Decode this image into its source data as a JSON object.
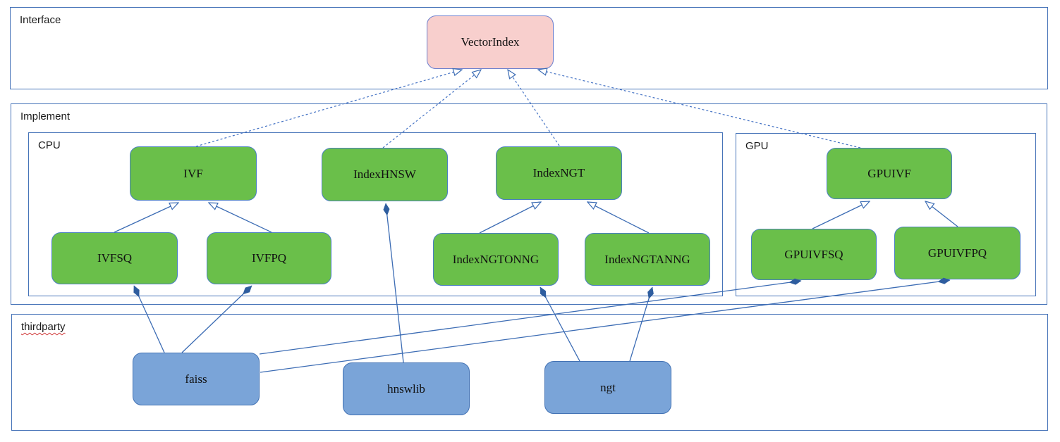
{
  "containers": {
    "interface": {
      "label": "Interface"
    },
    "implement": {
      "label": "Implement"
    },
    "cpu": {
      "label": "CPU"
    },
    "gpu": {
      "label": "GPU"
    },
    "thirdparty": {
      "label": "thirdparty"
    }
  },
  "nodes": {
    "vectorindex": {
      "label": "VectorIndex",
      "kind": "interface"
    },
    "ivf": {
      "label": "IVF",
      "kind": "implementation"
    },
    "indexhnsw": {
      "label": "IndexHNSW",
      "kind": "implementation"
    },
    "indexngt": {
      "label": "IndexNGT",
      "kind": "implementation"
    },
    "ivfsq": {
      "label": "IVFSQ",
      "kind": "implementation"
    },
    "ivfpq": {
      "label": "IVFPQ",
      "kind": "implementation"
    },
    "indexngtonng": {
      "label": "IndexNGTONNG",
      "kind": "implementation"
    },
    "indexngtanng": {
      "label": "IndexNGTANNG",
      "kind": "implementation"
    },
    "gpuivf": {
      "label": "GPUIVF",
      "kind": "implementation"
    },
    "gpuivfsq": {
      "label": "GPUIVFSQ",
      "kind": "implementation"
    },
    "gpuivfpq": {
      "label": "GPUIVFPQ",
      "kind": "implementation"
    },
    "faiss": {
      "label": "faiss",
      "kind": "thirdparty-lib"
    },
    "hnswlib": {
      "label": "hnswlib",
      "kind": "thirdparty-lib"
    },
    "ngt": {
      "label": "ngt",
      "kind": "thirdparty-lib"
    }
  },
  "edges": [
    {
      "from": "IVF",
      "to": "VectorIndex",
      "relation": "realizes",
      "style": "dashed-hollow-arrow"
    },
    {
      "from": "IndexHNSW",
      "to": "VectorIndex",
      "relation": "realizes",
      "style": "dashed-hollow-arrow"
    },
    {
      "from": "IndexNGT",
      "to": "VectorIndex",
      "relation": "realizes",
      "style": "dashed-hollow-arrow"
    },
    {
      "from": "GPUIVF",
      "to": "VectorIndex",
      "relation": "realizes",
      "style": "dashed-hollow-arrow"
    },
    {
      "from": "IVFSQ",
      "to": "IVF",
      "relation": "inherits",
      "style": "solid-hollow-arrow"
    },
    {
      "from": "IVFPQ",
      "to": "IVF",
      "relation": "inherits",
      "style": "solid-hollow-arrow"
    },
    {
      "from": "IndexNGTONNG",
      "to": "IndexNGT",
      "relation": "inherits",
      "style": "solid-hollow-arrow"
    },
    {
      "from": "IndexNGTANNG",
      "to": "IndexNGT",
      "relation": "inherits",
      "style": "solid-hollow-arrow"
    },
    {
      "from": "GPUIVFSQ",
      "to": "GPUIVF",
      "relation": "inherits",
      "style": "solid-hollow-arrow"
    },
    {
      "from": "GPUIVFPQ",
      "to": "GPUIVF",
      "relation": "inherits",
      "style": "solid-hollow-arrow"
    },
    {
      "from": "faiss",
      "to": "IVFSQ",
      "relation": "composed-into",
      "style": "solid-filled-diamond"
    },
    {
      "from": "faiss",
      "to": "IVFPQ",
      "relation": "composed-into",
      "style": "solid-filled-diamond"
    },
    {
      "from": "faiss",
      "to": "GPUIVFSQ",
      "relation": "composed-into",
      "style": "solid-filled-diamond"
    },
    {
      "from": "faiss",
      "to": "GPUIVFPQ",
      "relation": "composed-into",
      "style": "solid-filled-diamond"
    },
    {
      "from": "hnswlib",
      "to": "IndexHNSW",
      "relation": "composed-into",
      "style": "solid-filled-diamond"
    },
    {
      "from": "ngt",
      "to": "IndexNGTONNG",
      "relation": "composed-into",
      "style": "solid-filled-diamond"
    },
    {
      "from": "ngt",
      "to": "IndexNGTANNG",
      "relation": "composed-into",
      "style": "solid-filled-diamond"
    }
  ],
  "colors": {
    "implementation_fill": "#6abf4a",
    "implementation_border": "#4a7fc1",
    "interface_fill": "#f8cfcd",
    "interface_border": "#6b7fce",
    "thirdparty_fill": "#7aa4d8",
    "thirdparty_border": "#4272b4",
    "container_border": "#4673b8",
    "connector": "#3c6cb4",
    "diamond": "#2e5d9f",
    "spellcheck_underline": "#d03a3a"
  }
}
